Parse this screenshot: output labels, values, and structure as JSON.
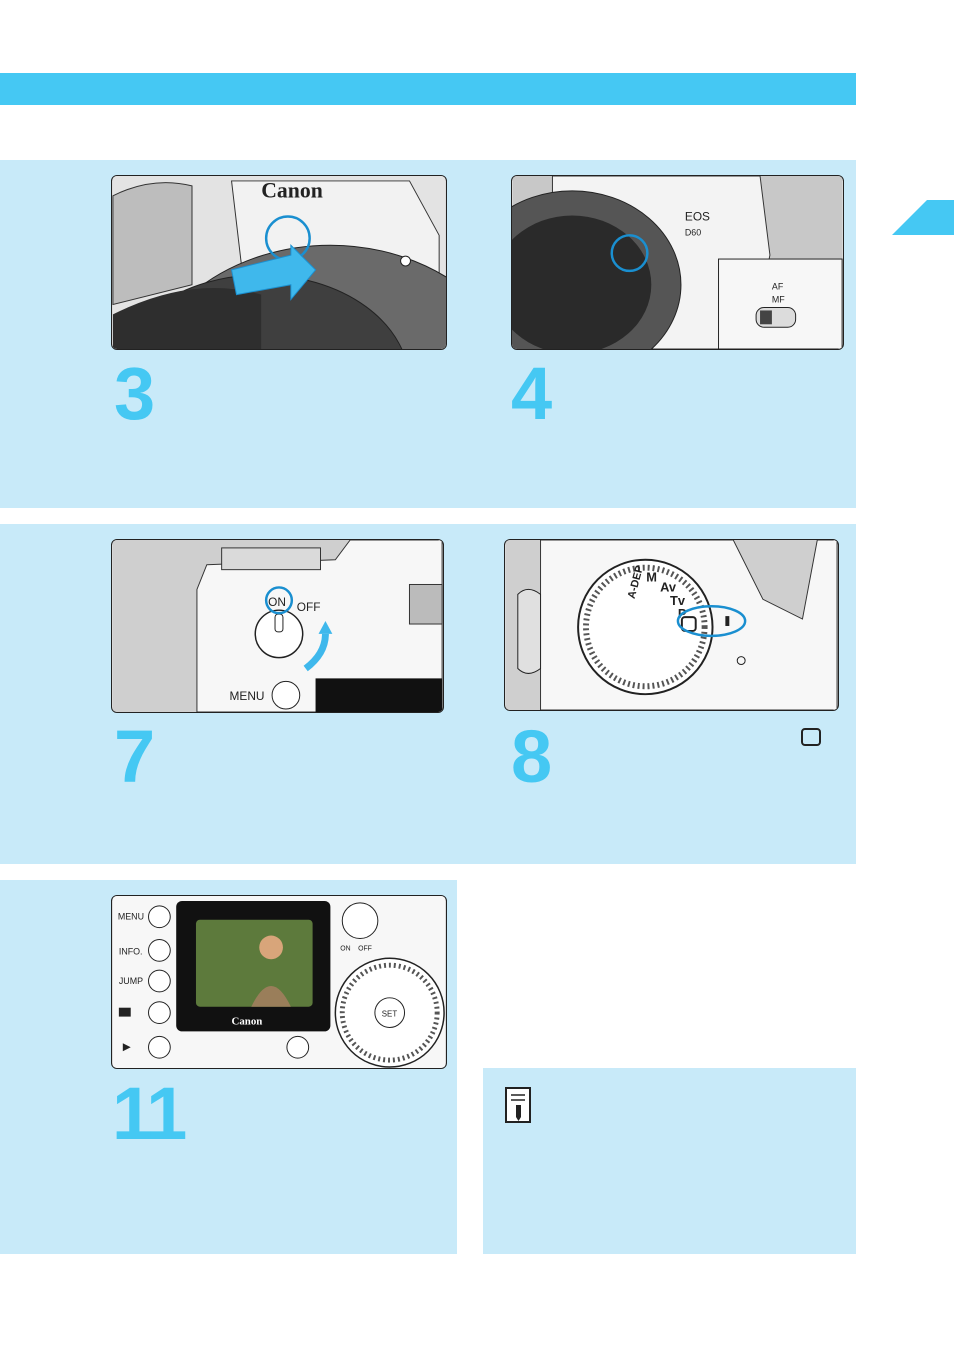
{
  "colors": {
    "accent": "#45c8f3",
    "panel": "#c8eaf9",
    "line": "#222222"
  },
  "steps": [
    {
      "number": "3"
    },
    {
      "number": "4"
    },
    {
      "number": "7"
    },
    {
      "number": "8"
    },
    {
      "number": "11"
    }
  ],
  "photo_labels": {
    "brand": "Canon",
    "brand_lcd": "Canon",
    "model_eos": "EOS",
    "model_d60": "D60",
    "af": "AF",
    "mf": "MF",
    "on": "ON",
    "off": "OFF",
    "menu": "MENU",
    "info": "INFO.",
    "jump": "JUMP",
    "set": "SET",
    "on_small": "ON",
    "off_small": "OFF",
    "dial_adep": "A-DEP",
    "dial_m": "M",
    "dial_av": "Av",
    "dial_tv": "Tv",
    "dial_p": "P"
  },
  "icons": {
    "header_bar": "accent-bar",
    "side_tab": "section-tab",
    "note": "memo-icon",
    "full_auto": "full-auto-mode-icon"
  }
}
